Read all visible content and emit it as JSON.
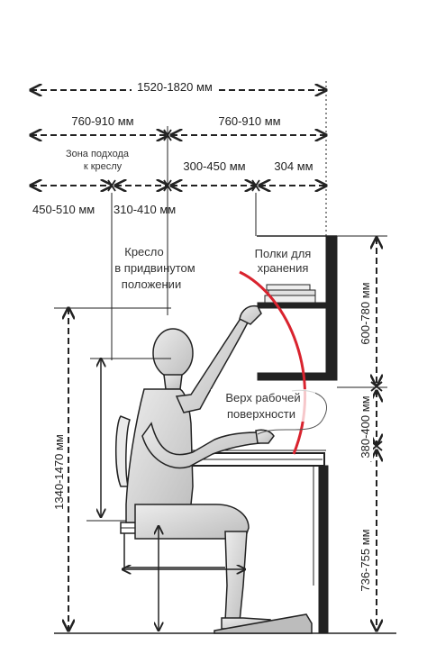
{
  "dimensions": {
    "total_width": "1520-1820 мм",
    "left_zone": "760-910 мм",
    "right_zone": "760-910 мм",
    "approach_zone_line1": "Зона подхода",
    "approach_zone_line2": "к креслу",
    "chair_depth": "450-510 мм",
    "chair_clearance": "310-410 мм",
    "reach_zone": "300-450 мм",
    "shelf_depth": "304 мм",
    "shelf_height": "600-780 мм",
    "work_surface_gap": "380-400 мм",
    "desk_height": "736-755 мм",
    "eye_height": "1340-1470 мм"
  },
  "labels": {
    "chair_line1": "Кресло",
    "chair_line2": "в придвинутом",
    "chair_line3": "положении",
    "shelves_line1": "Полки для",
    "shelves_line2": "хранения",
    "surface_line1": "Верх рабочей",
    "surface_line2": "поверхности"
  },
  "colors": {
    "line": "#222222",
    "arc": "#d9232e",
    "figure_fill": "#d8d8d8"
  }
}
